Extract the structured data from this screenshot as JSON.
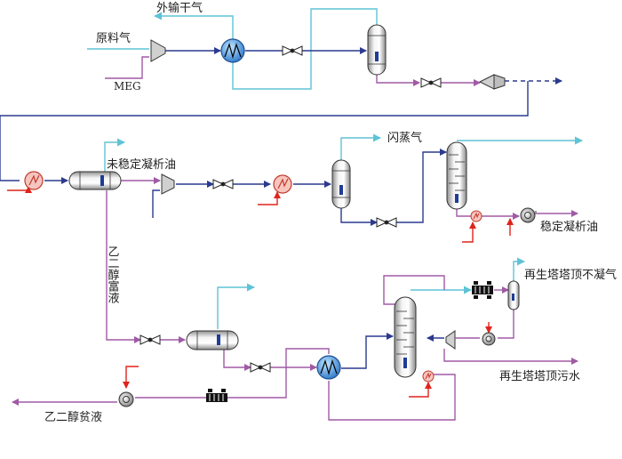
{
  "labels": {
    "export_dry_gas": "外输干气",
    "feed_gas": "原料气",
    "meg": "MEG",
    "unstable_condensate": "未稳定凝析油",
    "flash_gas": "闪蒸气",
    "stable_condensate": "稳定凝析油",
    "rich_glycol": "乙二醇富液",
    "regen_top_gas": "再生塔塔顶不凝气",
    "regen_top_water": "再生塔塔顶污水",
    "lean_glycol": "乙二醇贫液"
  },
  "colors": {
    "gas_line": "#5fc3d6",
    "process_line": "#2b3a8f",
    "glycol_line": "#a05aa5",
    "heat_line": "#e0231c",
    "vessel_marker": "#1f3c96"
  }
}
